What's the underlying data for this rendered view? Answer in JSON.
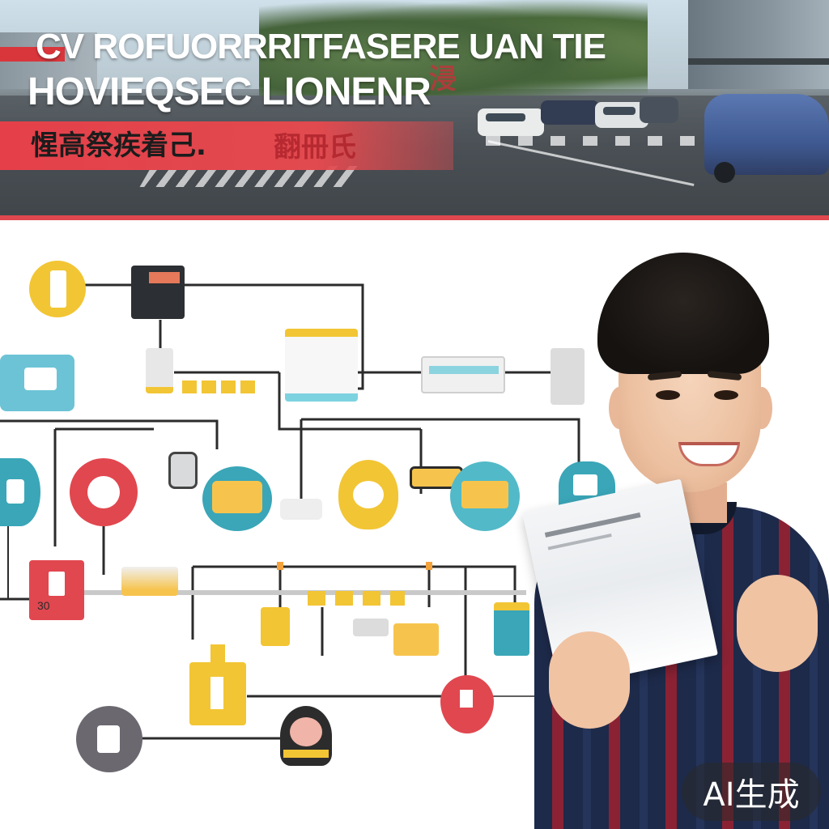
{
  "banner": {
    "title_line1": "CV ROFUORRRITFASERE UAN TIE",
    "title_line2": "HOVIEQSEC LIONENR",
    "cjk_line1": "惺高祭疾着己.",
    "cjk_line2": "翻冊氏",
    "cjk_line3": "浸"
  },
  "diagram": {
    "label_bottom_left": "30"
  },
  "watermark": {
    "text": "AI生成"
  },
  "colors": {
    "accent_red": "#e0474e",
    "accent_yellow": "#f2c534",
    "accent_teal": "#3aa6b8",
    "dark_line": "#2b2b2b"
  }
}
